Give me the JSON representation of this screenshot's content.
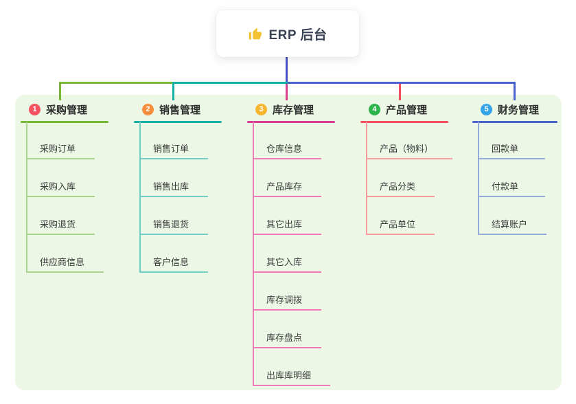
{
  "root": {
    "label": "ERP 后台",
    "icon": "thumbs-up",
    "icon_color": "#f2c233"
  },
  "canvas": {
    "page_bg": "#ffffff",
    "panel_bg": "#ecf7e6",
    "trunk_color": "#4450c4"
  },
  "branches": [
    {
      "number": "1",
      "label": "采购管理",
      "badge_color": "#f3525f",
      "accent": "#79b832",
      "light": "#a9d38c",
      "children": [
        "采购订单",
        "采购入库",
        "采购退货",
        "供应商信息"
      ]
    },
    {
      "number": "2",
      "label": "销售管理",
      "badge_color": "#f78e3e",
      "accent": "#14b0a6",
      "light": "#72cdc5",
      "children": [
        "销售订单",
        "销售出库",
        "销售退货",
        "客户信息"
      ]
    },
    {
      "number": "3",
      "label": "库存管理",
      "badge_color": "#f6b52e",
      "accent": "#d83b90",
      "light": "#f07ab8",
      "children": [
        "仓库信息",
        "产品库存",
        "其它出库",
        "其它入库",
        "库存调拨",
        "库存盘点",
        "出库库明细"
      ]
    },
    {
      "number": "4",
      "label": "产品管理",
      "badge_color": "#2db44d",
      "accent": "#f2505f",
      "light": "#f7989f",
      "children": [
        "产品（物料）",
        "产品分类",
        "产品单位"
      ]
    },
    {
      "number": "5",
      "label": "财务管理",
      "badge_color": "#36a4e9",
      "accent": "#4a63cc",
      "light": "#94a9dc",
      "children": [
        "回款单",
        "付款单",
        "结算账户"
      ]
    }
  ]
}
